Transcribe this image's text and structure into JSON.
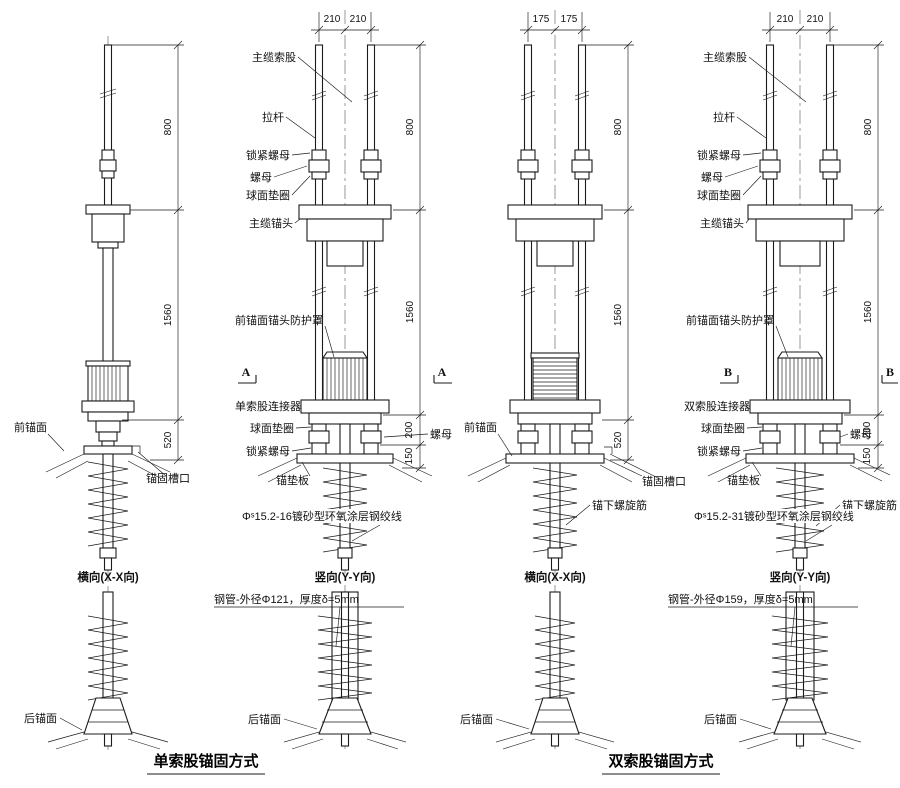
{
  "titles": {
    "single": "单索股锚固方式",
    "double": "双索股锚固方式"
  },
  "view_labels": {
    "xx": "横向(X-X向)",
    "yy": "竖向(Y-Y向)"
  },
  "part_labels": {
    "main_cable_strand": "主缆索股",
    "tie_rod": "拉杆",
    "lock_nut": "锁紧螺母",
    "nut": "螺母",
    "spherical_washer": "球面垫圈",
    "main_cable_anchor_head": "主缆锚头",
    "front_anchor_head_cover": "前锚面锚头防护罩",
    "single_strand_connector": "单索股连接器",
    "double_strand_connector": "双索股连接器",
    "anchor_bearing_plate": "锚垫板",
    "front_anchor_face": "前锚面",
    "anchor_slot": "锚固槽口",
    "spiral_rebar": "锚下螺旋筋",
    "rear_anchor_face": "后锚面",
    "strand_single": "Φˢ15.2-16镀砂型环氧涂层钢绞线",
    "strand_double": "Φˢ15.2-31镀砂型环氧涂层钢绞线",
    "pipe_single": "钢管-外径Φ121，厚度δ=5mm",
    "pipe_double": "钢管-外径Φ159，厚度δ=5mm"
  },
  "dimensions": {
    "d800": "800",
    "d1560": "1560",
    "d520": "520",
    "d200": "200",
    "d150": "150",
    "d210": "210",
    "d175": "175"
  },
  "section_marks": {
    "a": "A",
    "b": "B"
  }
}
